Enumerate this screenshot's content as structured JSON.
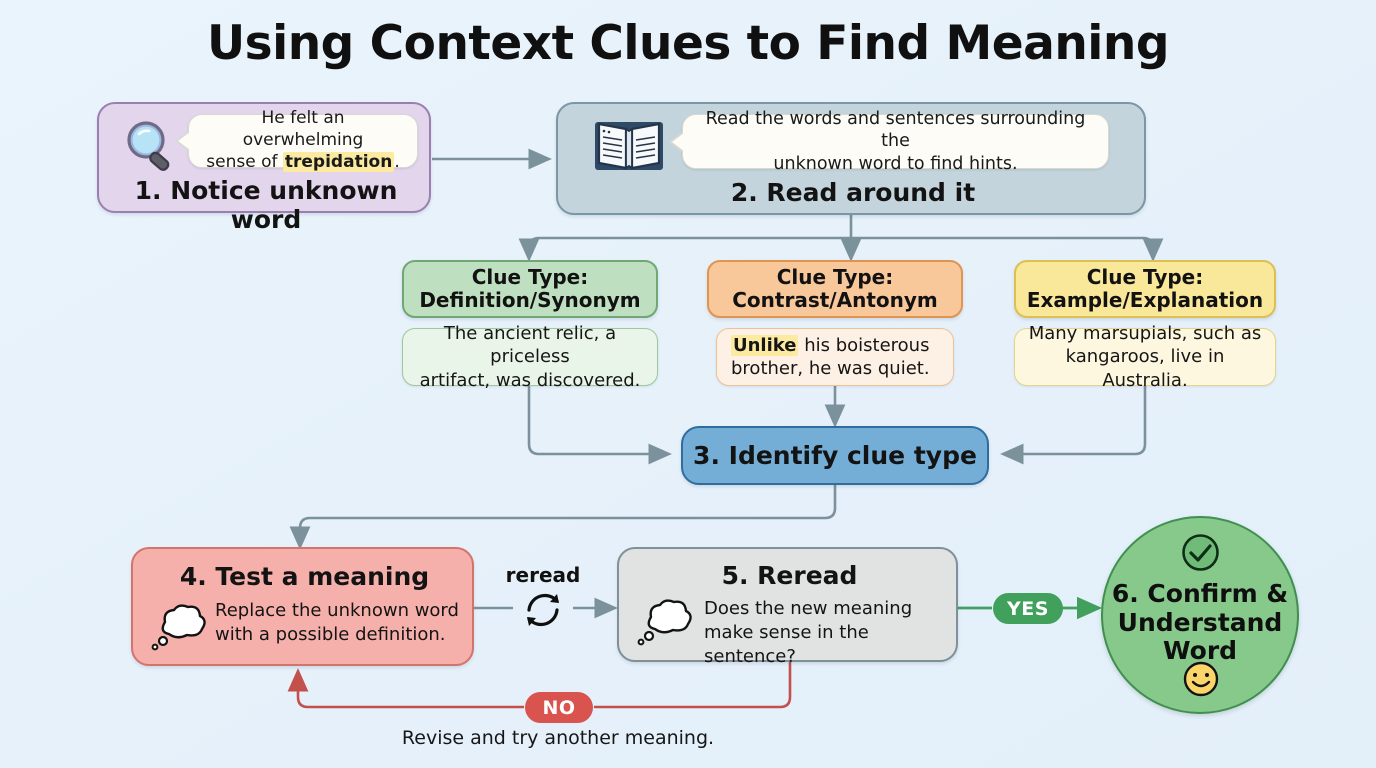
{
  "title": "Using Context Clues to Find Meaning",
  "colors": {
    "background": "#e8f3fb",
    "step1_fill": "#e3d5ec",
    "step1_stroke": "#9b7fae",
    "step2_fill": "#c3d4dc",
    "step2_stroke": "#7b96a4",
    "step3_fill": "#74aed6",
    "step3_stroke": "#2f6d9e",
    "step4_fill": "#f6b0ab",
    "step4_stroke": "#d4736c",
    "step5_fill": "#e0e3e2",
    "step5_stroke": "#7f9098",
    "step6_fill": "#86c98a",
    "step6_stroke": "#3f8f4f",
    "clue1_fill": "#bfe0c0",
    "clue1_stroke": "#6fa873",
    "clue1_example_fill": "#e9f5e9",
    "clue2_fill": "#f8c79a",
    "clue2_stroke": "#e09452",
    "clue2_example_fill": "#fdf0e4",
    "clue3_fill": "#f9e79a",
    "clue3_stroke": "#dcc053",
    "clue3_example_fill": "#fdf7e0",
    "yes_pill": "#40a05c",
    "no_pill": "#d9534f",
    "arrow": "#7b919c",
    "yes_arrow": "#40a05c",
    "no_arrow": "#c4504c",
    "highlight": "#fbeaa0"
  },
  "steps": {
    "step1": {
      "heading": "1. Notice unknown word",
      "bubble_line1": "He felt an overwhelming",
      "bubble_line2_pre": "sense of ",
      "bubble_highlight": "trepidation",
      "bubble_line2_post": ".",
      "icon": "magnifying-glass-icon"
    },
    "step2": {
      "heading": "2. Read around it",
      "bubble_line1": "Read the words and sentences surrounding the",
      "bubble_line2": "unknown word to find hints.",
      "icon": "open-book-icon"
    },
    "step3": {
      "heading": "3. Identify clue type"
    },
    "step4": {
      "heading": "4. Test a meaning",
      "body_line1": "Replace the unknown word",
      "body_line2": "with a possible definition.",
      "icon": "thought-cloud-icon"
    },
    "step5": {
      "heading": "5. Reread",
      "body_line1": "Does the new meaning",
      "body_line2": "make sense in the sentence?",
      "icon": "thought-cloud-icon"
    },
    "step6": {
      "heading_line1": "6. Confirm &",
      "heading_line2": "Understand",
      "heading_line3": "Word",
      "icon_top": "check-circle-icon",
      "icon_bottom": "smiley-face-icon"
    }
  },
  "clues": [
    {
      "title_line1": "Clue Type:",
      "title_line2": "Definition/Synonym",
      "example_line1": "The ancient relic, a priceless",
      "example_line2": "artifact, was discovered.",
      "example_highlight": ""
    },
    {
      "title_line1": "Clue Type:",
      "title_line2": "Contrast/Antonym",
      "example_highlight": "Unlike",
      "example_line1_post": " his boisterous",
      "example_line2": "brother, he was quiet."
    },
    {
      "title_line1": "Clue Type:",
      "title_line2": "Example/Explanation",
      "example_line1": "Many marsupials, such as",
      "example_line2": "kangaroos, live in Australia.",
      "example_highlight": ""
    }
  ],
  "labels": {
    "reread": "reread",
    "yes": "YES",
    "no": "NO",
    "footer_caption": "Revise and try another meaning."
  }
}
